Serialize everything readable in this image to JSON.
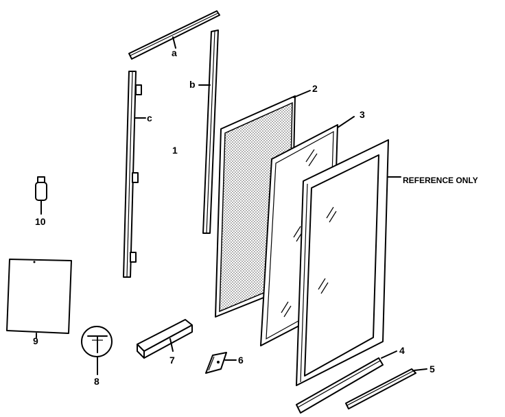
{
  "callouts": {
    "a": "a",
    "b": "b",
    "c": "c",
    "one": "1",
    "two": "2",
    "three": "3",
    "reference": "REFERENCE ONLY",
    "four": "4",
    "five": "5",
    "six": "6",
    "seven": "7",
    "eight": "8",
    "nine": "9",
    "ten": "10"
  },
  "colors": {
    "ink": "#000000",
    "background": "#ffffff",
    "screen_dots": "#555555"
  }
}
